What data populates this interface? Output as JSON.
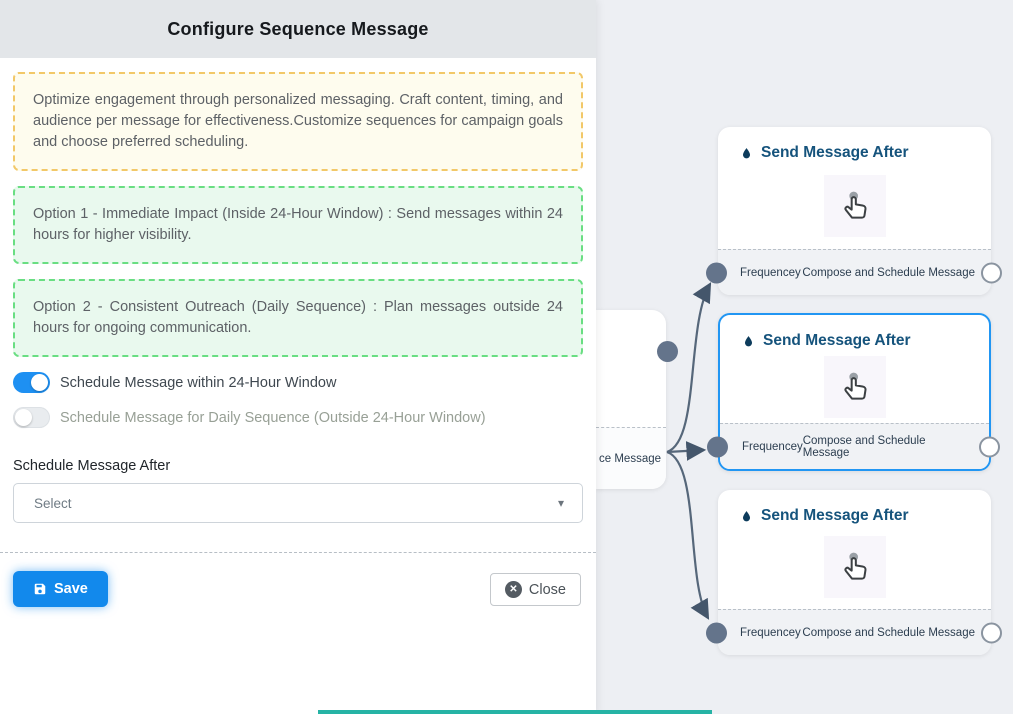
{
  "panel": {
    "title": "Configure Sequence Message",
    "intro_note": "Optimize engagement through personalized messaging. Craft content, timing, and audience per message for effectiveness.Customize sequences for campaign goals and choose preferred scheduling.",
    "option1": "Option 1 - Immediate Impact (Inside 24-Hour Window) : Send messages within 24 hours for higher visibility.",
    "option2": "Option 2 - Consistent Outreach (Daily Sequence) : Plan messages outside 24 hours for ongoing communication.",
    "toggles": [
      {
        "label": "Schedule Message within 24-Hour Window",
        "state": "on"
      },
      {
        "label": "Schedule Message for Daily Sequence (Outside 24-Hour Window)",
        "state": "off"
      }
    ],
    "schedule_after": {
      "label": "Schedule Message After",
      "value": "Select",
      "caret": "▾"
    },
    "buttons": {
      "save": "Save",
      "close": "Close",
      "close_glyph": "✕"
    }
  },
  "canvas": {
    "partial_node": {
      "footer_label": "ce Message"
    },
    "nodes": [
      {
        "title": "Send Message After",
        "in_port": "Frequencey",
        "out_port": "Compose and Schedule Message",
        "selected": false
      },
      {
        "title": "Send Message After",
        "in_port": "Frequencey",
        "out_port": "Compose and Schedule Message",
        "selected": true
      },
      {
        "title": "Send Message After",
        "in_port": "Frequencey",
        "out_port": "Compose and Schedule Message",
        "selected": false
      }
    ]
  },
  "colors": {
    "toggle_on": "#1e90f2",
    "save_button": "#1289ec",
    "selected_node_border": "#2196f3",
    "node_title": "#15537c",
    "edge": "#56677a",
    "note_border": "#f2c868",
    "option_border": "#69de82",
    "accent_bar": "#26b3a5"
  }
}
